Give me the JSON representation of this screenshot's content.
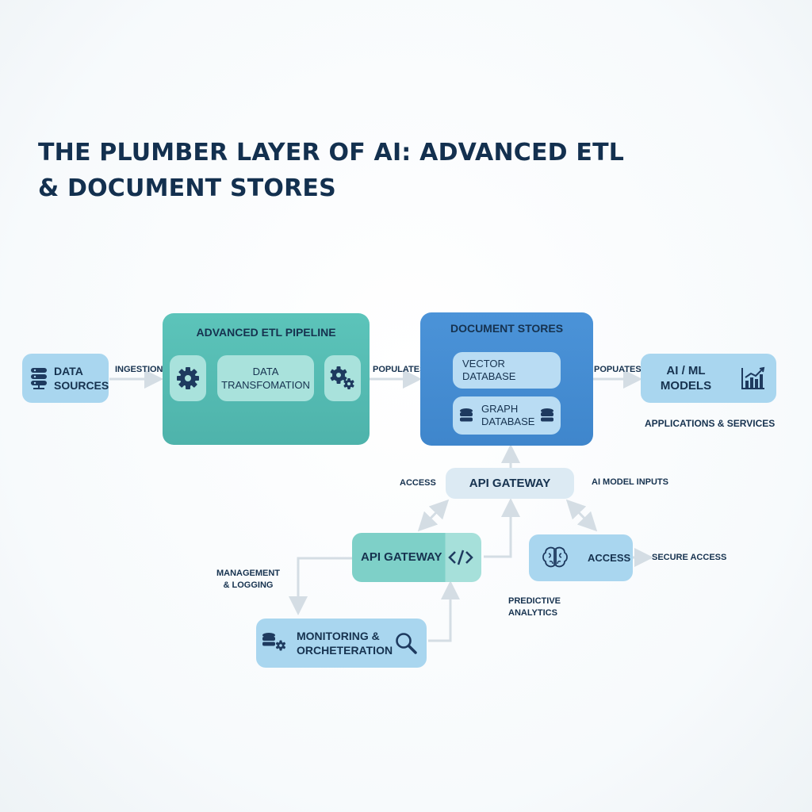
{
  "title_line1": "THE PLUMBER LAYER OF AI: ADVANCED ETL",
  "title_line2": "& DOCUMENT STORES",
  "nodes": {
    "data_sources": {
      "line1": "DATA",
      "line2": "SOURCES"
    },
    "etl": {
      "title": "ADVANCED ETL PIPELINE",
      "transform_line1": "DATA",
      "transform_line2": "TRANSFOMATION"
    },
    "doc_stores": {
      "title": "DOCUMENT STORES",
      "vector_line1": "VECTOR",
      "vector_line2": "DATABASE",
      "graph_line1": "GRAPH",
      "graph_line2": "DATABASE"
    },
    "ai_models": {
      "line1": "AI / ML",
      "line2": "MODELS"
    },
    "api_gateway_top": "API GATEWAY",
    "api_gateway_mid": "API GATEWAY",
    "access_box": "ACCESS",
    "monitoring": {
      "line1": "MONITORING &",
      "line2": "ORCHETERATION"
    }
  },
  "edge_labels": {
    "ingestion": "INGESTION",
    "populates_1": "POPULATES",
    "populates_2": "POPUATES",
    "apps_services": "APPLICATIONS & SERVICES",
    "access": "ACCESS",
    "ai_model_inputs": "AI MODEL INPUTS",
    "management_1": "MANAGEMENT",
    "management_2": "& LOGGING",
    "secure_access": "SECURE ACCESS",
    "predictive_1": "PREDICTIVE",
    "predictive_2": "ANALYTICS"
  },
  "icons": [
    "database-stack-icon",
    "gear-icon",
    "gears-icon",
    "database-icon",
    "bar-chart-icon",
    "code-icon",
    "brain-icon",
    "search-icon"
  ],
  "colors": {
    "teal": "#5bbfb6",
    "blue": "#4a90d6",
    "light_blue": "#a9d6ef",
    "title": "#13304f"
  }
}
